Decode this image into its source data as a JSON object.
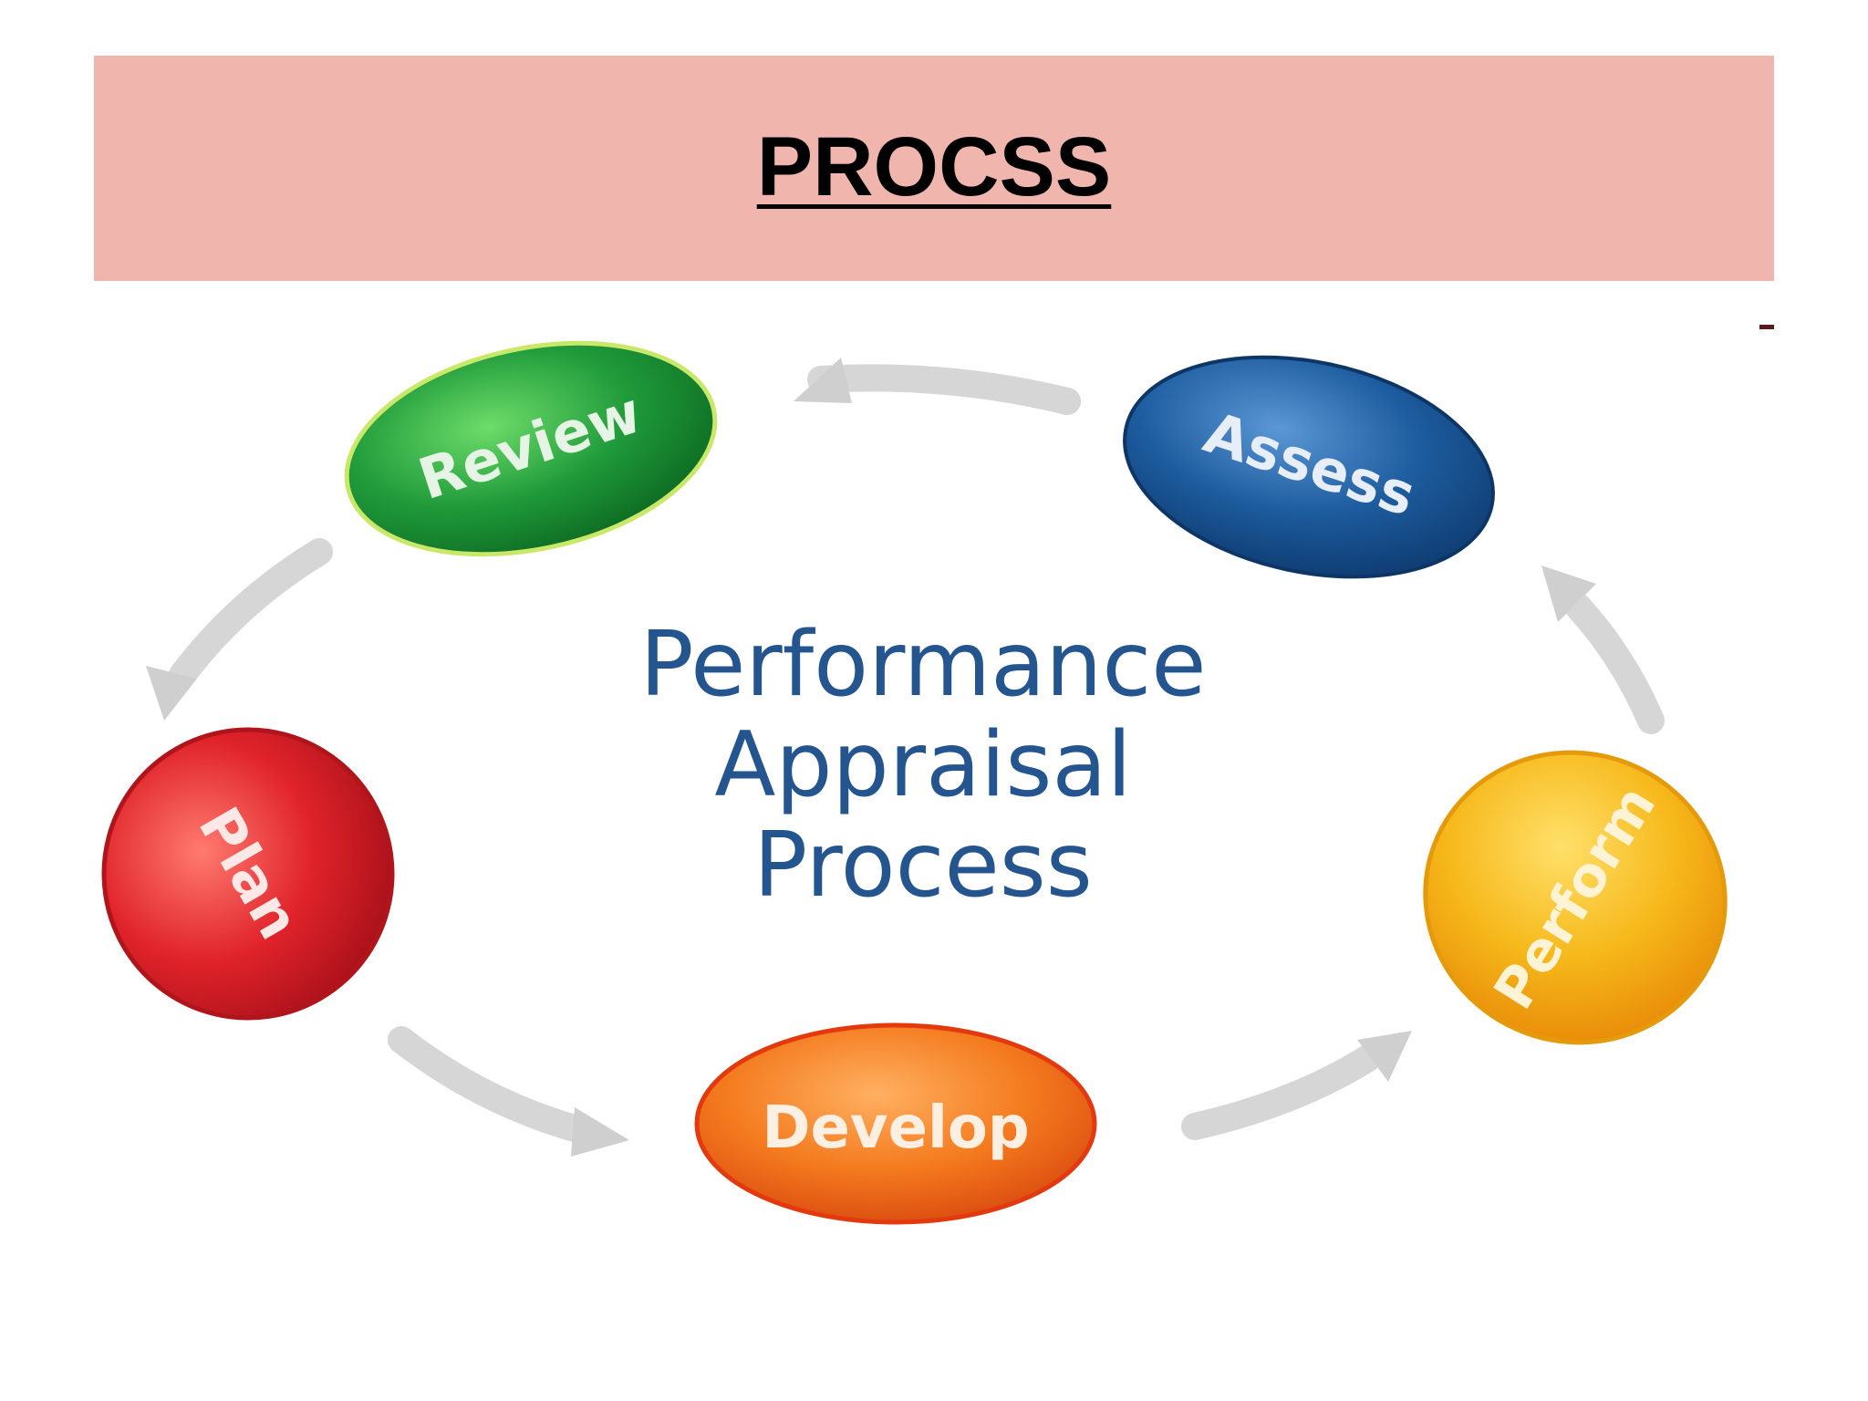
{
  "slide": {
    "title": "PROCSS"
  },
  "diagram": {
    "center_title": [
      "Performance",
      "Appraisal",
      "Process"
    ],
    "steps": [
      {
        "id": "review",
        "label": "Review",
        "color": "#1f9a3a"
      },
      {
        "id": "assess",
        "label": "Assess",
        "color": "#1d5c9e"
      },
      {
        "id": "perform",
        "label": "Perform",
        "color": "#f2a413"
      },
      {
        "id": "develop",
        "label": "Develop",
        "color": "#f2761c"
      },
      {
        "id": "plan",
        "label": "Plan",
        "color": "#e0232a"
      }
    ],
    "arrow_color": "#c8c8c8",
    "center_title_color": "#24558f"
  }
}
